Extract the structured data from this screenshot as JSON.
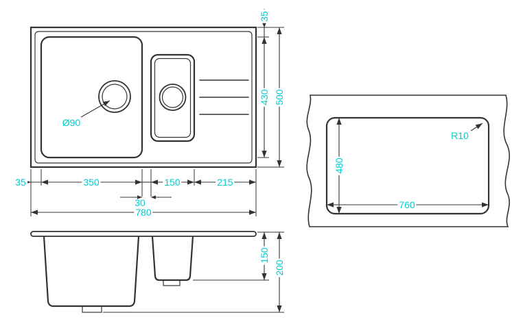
{
  "colors": {
    "accent": "#00cdd2",
    "line": "#333333",
    "background": "#ffffff"
  },
  "plan_view": {
    "top_margin": "35",
    "bowl_span": "430",
    "overall_depth": "500",
    "left_margin": "35",
    "main_bowl_width": "350",
    "bowl_gap": "30",
    "half_bowl_width": "150",
    "drainboard_width": "215",
    "overall_width": "780",
    "drain_diameter": "Ø90"
  },
  "cutout_view": {
    "corner_radius": "R10",
    "cutout_width": "760",
    "cutout_height": "480"
  },
  "side_view": {
    "half_bowl_depth": "150",
    "overall_height": "200"
  }
}
